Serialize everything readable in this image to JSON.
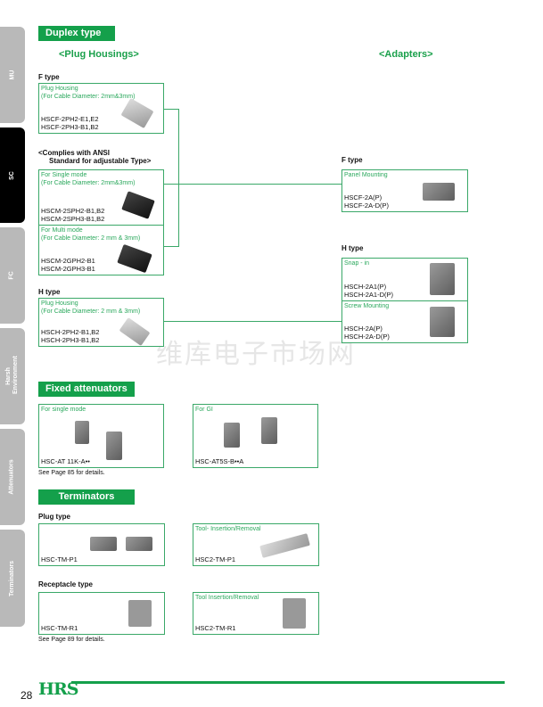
{
  "side_tabs": [
    "MU",
    "SC",
    "FC",
    "Harsh Environment",
    "Attenuators",
    "Terminators"
  ],
  "duplex": {
    "title": "Duplex type",
    "plug_heading": "<Plug Housings>",
    "adapter_heading": "<Adapters>",
    "f_type": {
      "label": "F type",
      "caption": [
        "Plug Housing",
        "(For Cable Diameter: 2mm&3mm)"
      ],
      "parts": [
        "HSCF-2PH2-E1,E2",
        "HSCF-2PH3-B1,B2"
      ]
    },
    "ansi": {
      "label": [
        "<Complies with ANSI",
        "Standard for adjustable Type>"
      ],
      "single": {
        "caption": [
          "For Single mode",
          "(For Cable Diameter: 2mm&3mm)"
        ],
        "parts": [
          "HSCM-2SPH2-B1,B2",
          "HSCM-2SPH3-B1,B2"
        ]
      },
      "multi": {
        "caption": [
          "For Multi mode",
          "(For Cable Diameter: 2 mm & 3mm)"
        ],
        "parts": [
          "HSCM-2GPH2-B1",
          "HSCM-2GPH3-B1"
        ]
      }
    },
    "h_type": {
      "label": "H type",
      "caption": [
        "Plug Housing",
        "(For Cable Diameter: 2 mm & 3mm)"
      ],
      "parts": [
        "HSCH-2PH2-B1,B2",
        "HSCH-2PH3-B1,B2"
      ]
    },
    "adapter_f": {
      "label": "F type",
      "caption": "Panel Mounting",
      "parts": [
        "HSCF-2A(P)",
        "HSCF-2A-D(P)"
      ]
    },
    "adapter_h": {
      "label": "H type",
      "snap": {
        "caption": "Snap - in",
        "parts": [
          "HSCH-2A1(P)",
          "HSCH-2A1-D(P)"
        ]
      },
      "screw": {
        "caption": "Screw Mounting",
        "parts": [
          "HSCH-2A(P)",
          "HSCH-2A-D(P)"
        ]
      }
    }
  },
  "attenuators": {
    "title": "Fixed attenuators",
    "single": {
      "caption": "For single mode",
      "part": "HSC-AT 11K-A••"
    },
    "gi": {
      "caption": "For GI",
      "part": "HSC-AT5S-B••A"
    },
    "note": "See Page 85 for details."
  },
  "terminators": {
    "title": "Terminators",
    "plug_label": "Plug type",
    "plug": {
      "part": "HSC-TM-P1"
    },
    "plug_tool": {
      "caption": "Tool- Insertion/Removal",
      "part": "HSC2-TM-P1"
    },
    "rec_label": "Receptacle type",
    "rec": {
      "part": "HSC-TM-R1"
    },
    "rec_tool": {
      "caption": "Tool Insertion/Removal",
      "part": "HSC2-TM-R1"
    },
    "note": "See Page 89 for details."
  },
  "footer": {
    "page": "28",
    "logo": "HRS"
  },
  "watermark": "维库电子市场网"
}
